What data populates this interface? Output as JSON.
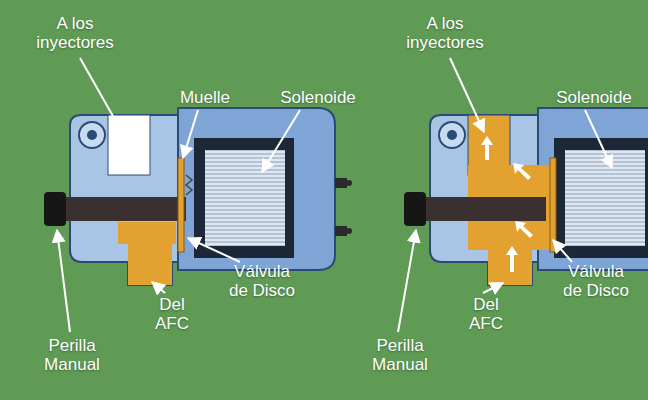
{
  "diagram": {
    "labels": [
      "A los inyectores",
      "Muelle",
      "Solenoide",
      "Válvula de Disco",
      "Perilla Manual",
      "Del AFC",
      "A los inyectores",
      "Solenoide",
      "Válvula de Disco",
      "Perilla Manual",
      "Del AFC"
    ]
  }
}
